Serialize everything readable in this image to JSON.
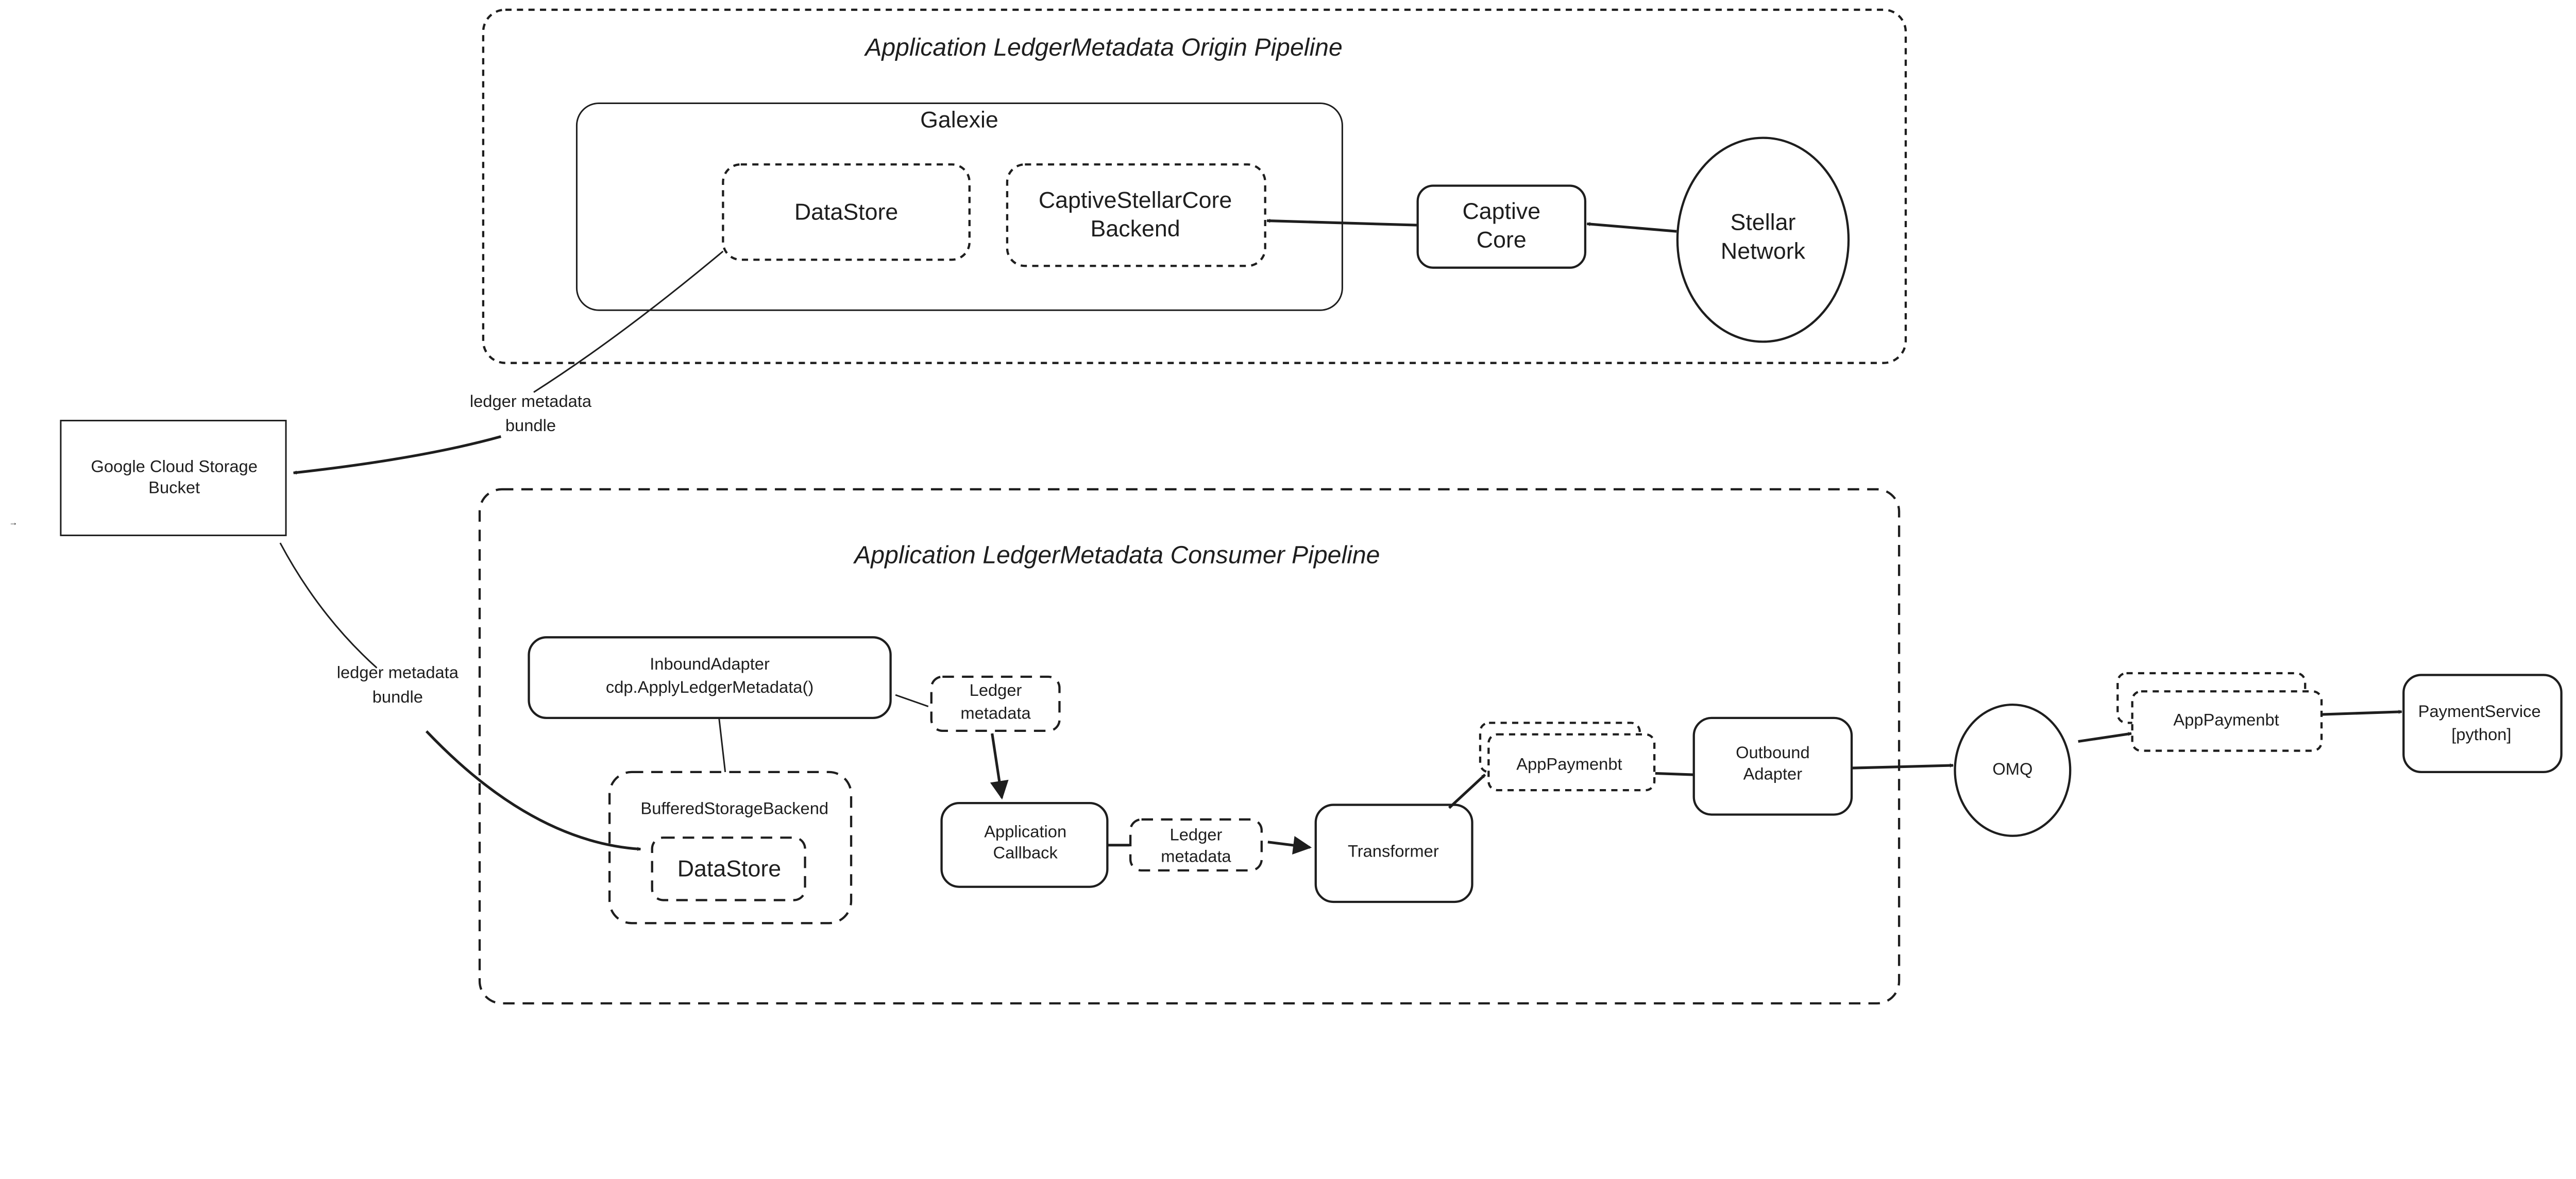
{
  "colors": {
    "stroke": "#1e1e1e",
    "background": "#ffffff"
  },
  "origin_pipeline": {
    "title": "Application LedgerMetadata Origin Pipeline",
    "galexie": {
      "label": "Galexie",
      "datastore": "DataStore",
      "backend_line1": "CaptiveStellarCore",
      "backend_line2": "Backend"
    },
    "captive_core": {
      "line1": "Captive",
      "line2": "Core"
    },
    "stellar_network": {
      "line1": "Stellar",
      "line2": "Network"
    }
  },
  "gcs": {
    "line1": "Google Cloud Storage",
    "line2": "Bucket"
  },
  "edges": {
    "upload_label": {
      "line1": "ledger metadata",
      "line2": "bundle"
    },
    "download_label": {
      "line1": "ledger metadata",
      "line2": "bundle"
    }
  },
  "consumer_pipeline": {
    "title": "Application LedgerMetadata Consumer Pipeline",
    "inbound_adapter": {
      "line1": "InboundAdapter",
      "line2": "cdp.ApplyLedgerMetadata()"
    },
    "buffered_backend": {
      "label": "BufferedStorageBackend",
      "datastore": "DataStore"
    },
    "ledger_metadata_1": {
      "line1": "Ledger",
      "line2": "metadata"
    },
    "application_callback": {
      "line1": "Application",
      "line2": "Callback"
    },
    "ledger_metadata_2": {
      "line1": "Ledger",
      "line2": "metadata"
    },
    "transformer": "Transformer",
    "app_payment_1": "AppPaymenbt",
    "outbound_adapter": {
      "line1": "Outbound",
      "line2": "Adapter"
    }
  },
  "omq": "OMQ",
  "app_payment_2": "AppPaymenbt",
  "payment_service": {
    "line1": "PaymentService",
    "line2": "[python]"
  }
}
